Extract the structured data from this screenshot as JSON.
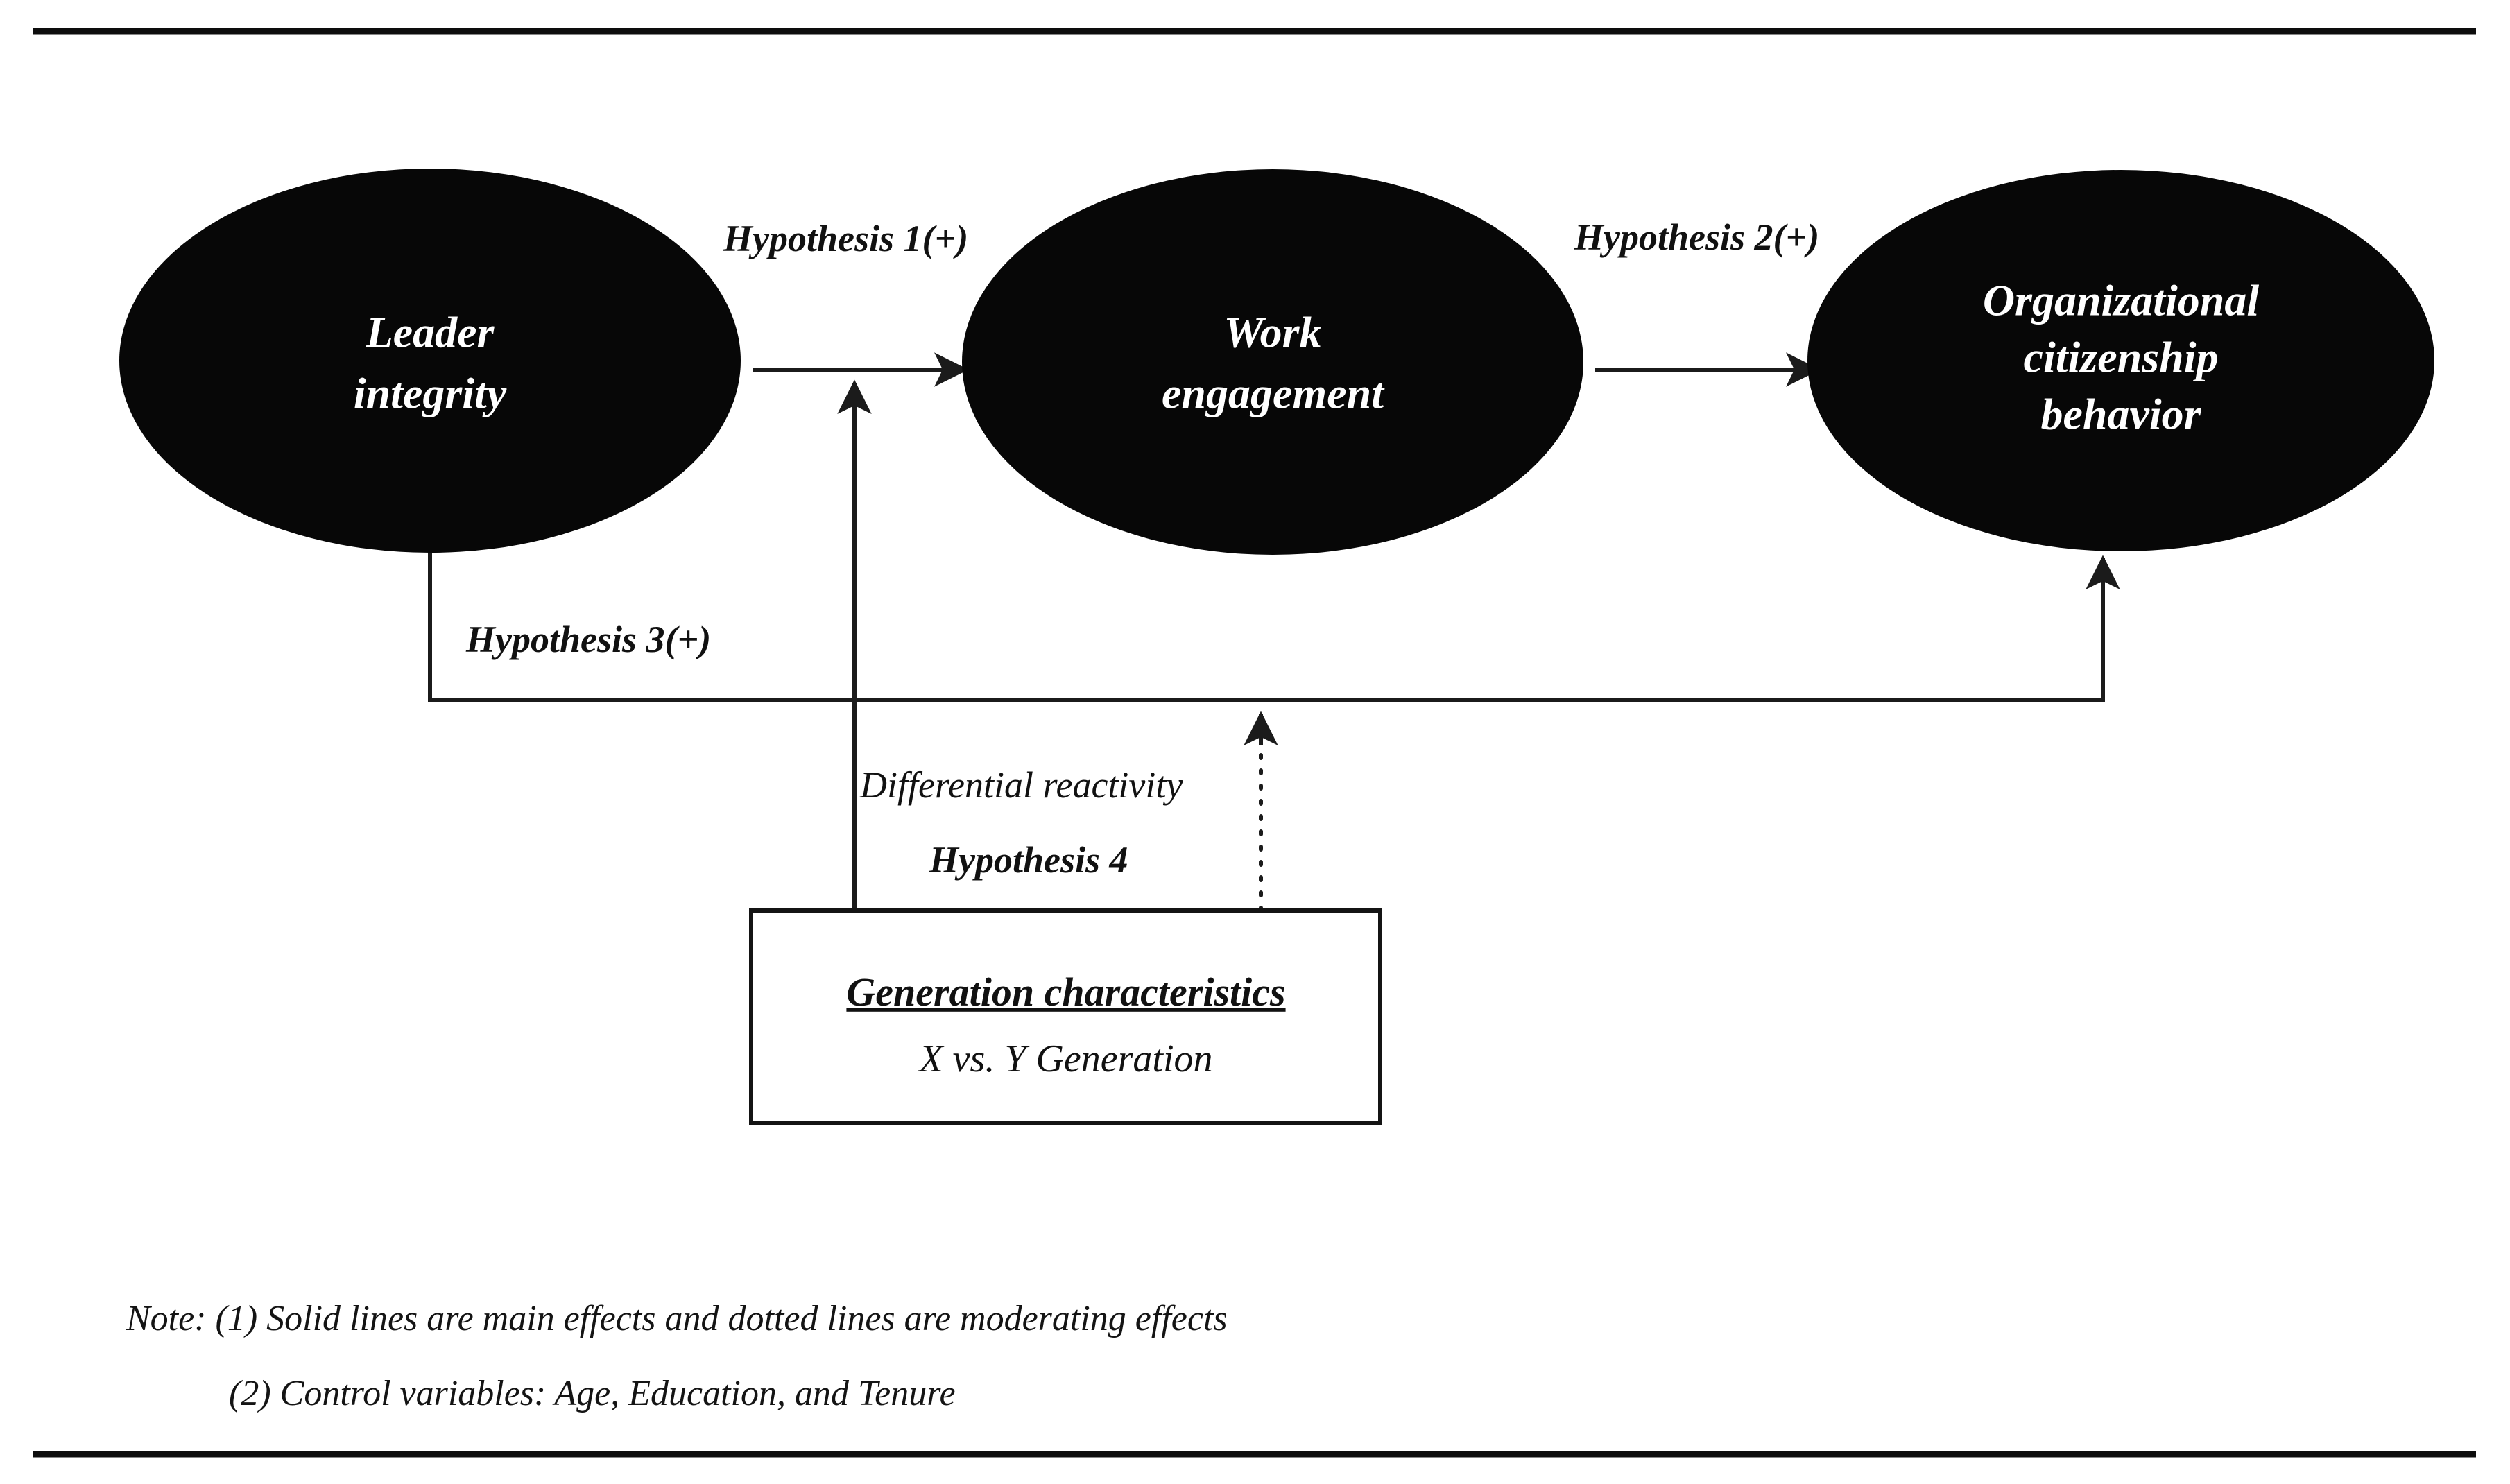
{
  "figure": {
    "nodes": [
      {
        "id": "leader-integrity",
        "line1": "Leader",
        "line2": "integrity"
      },
      {
        "id": "work-engagement",
        "line1": "Work",
        "line2": "engagement"
      },
      {
        "id": "organizational-citizenship-behavior",
        "line1": "Organizational",
        "line2": "citizenship",
        "line3": "behavior"
      }
    ],
    "path_labels": {
      "hypothesis1": "Hypothesis 1(+)",
      "hypothesis2": "Hypothesis 2(+)",
      "hypothesis3": "Hypothesis 3(+)",
      "hypothesis4": "Hypothesis 4",
      "differential_reactivity": "Differential reactivity"
    },
    "moderator_box": {
      "title": "Generation characteristics",
      "subtitle": "X vs. Y Generation"
    },
    "notes": [
      "Note: (1) Solid lines are main effects and dotted lines are moderating effects",
      "(2) Control variables: Age, Education, and Tenure"
    ],
    "colors": {
      "node_fill": "#070707",
      "node_text": "#ffffff",
      "line": "#1b1b1b",
      "rule": "#0d0d0d",
      "background": "#ffffff"
    }
  }
}
